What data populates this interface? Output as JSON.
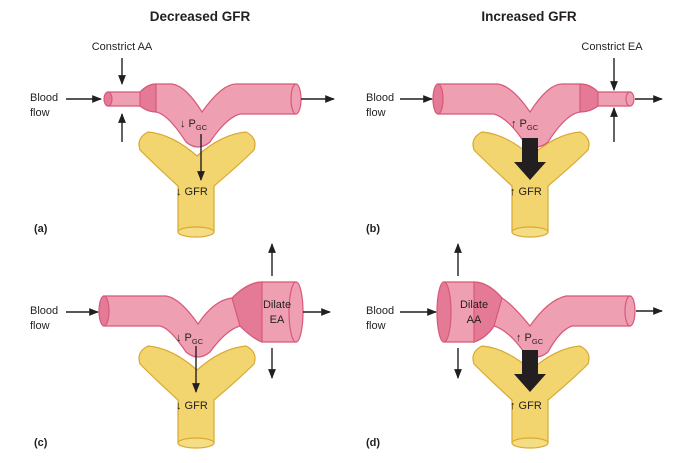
{
  "headers": {
    "left": "Decreased GFR",
    "right": "Increased GFR"
  },
  "panels": {
    "a": {
      "label": "(a)",
      "annotation": "Constrict AA",
      "blood_flow_line1": "Blood",
      "blood_flow_line2": "flow",
      "pressure_prefix": "↓ P",
      "pressure_sub": "GC",
      "gfr": "↓ GFR"
    },
    "b": {
      "label": "(b)",
      "annotation": "Constrict EA",
      "blood_flow_line1": "Blood",
      "blood_flow_line2": "flow",
      "pressure_prefix": "↑ P",
      "pressure_sub": "GC",
      "gfr": "↑ GFR"
    },
    "c": {
      "label": "(c)",
      "dilate_line1": "Dilate",
      "dilate_line2": "EA",
      "blood_flow_line1": "Blood",
      "blood_flow_line2": "flow",
      "pressure_prefix": "↓ P",
      "pressure_sub": "GC",
      "gfr": "↓ GFR"
    },
    "d": {
      "label": "(d)",
      "dilate_line1": "Dilate",
      "dilate_line2": "AA",
      "blood_flow_line1": "Blood",
      "blood_flow_line2": "flow",
      "pressure_prefix": "↑ P",
      "pressure_sub": "GC",
      "gfr": "↑ GFR"
    }
  },
  "colors": {
    "vessel_fill": "#ef9fb2",
    "vessel_stroke": "#d8587a",
    "capsule_fill": "#f2d56e",
    "capsule_stroke": "#d9a930",
    "arrow": "#231f20"
  }
}
